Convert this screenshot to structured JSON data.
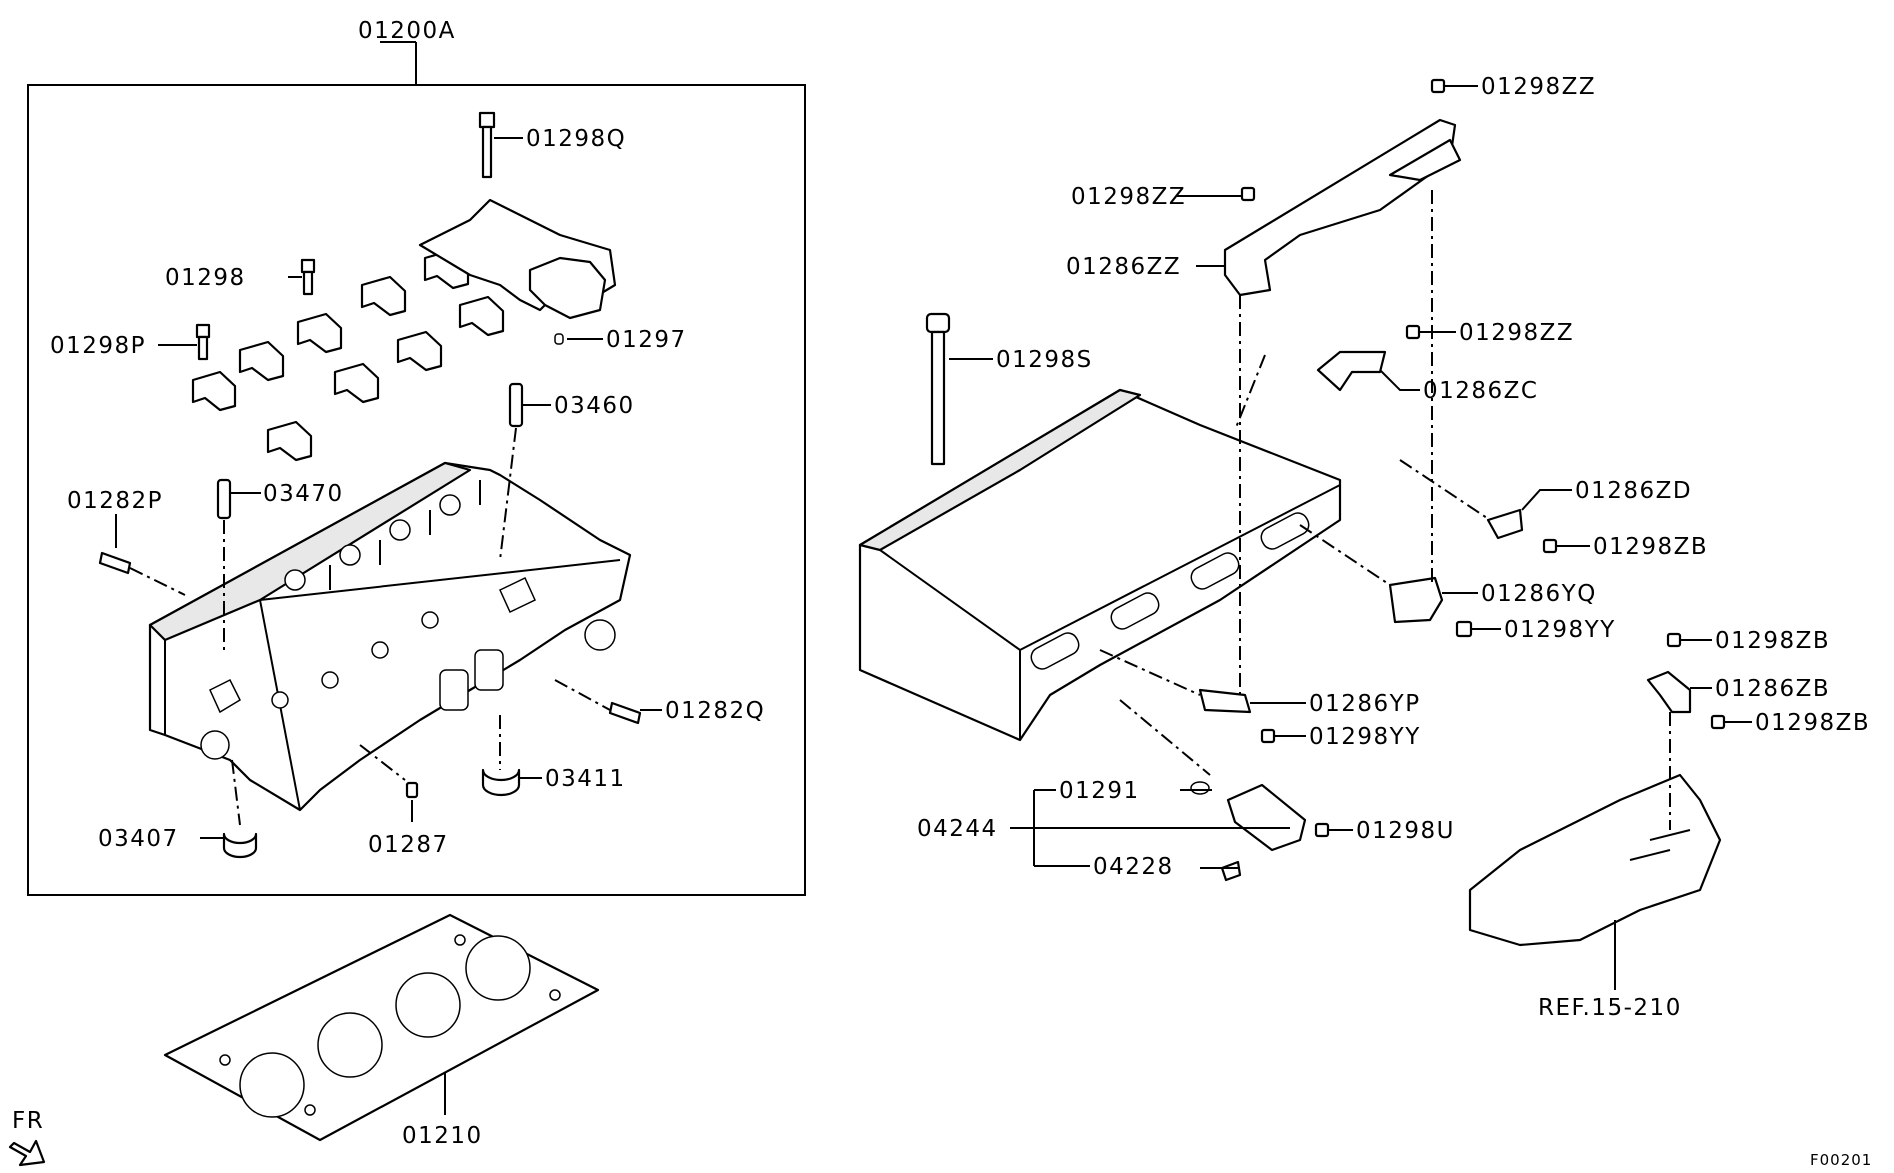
{
  "diagram": {
    "frame_label": "01200A",
    "footer_code": "F00201",
    "orientation_label": "FR",
    "labels": {
      "p01298Q": "01298Q",
      "p01298": "01298",
      "p01297": "01297",
      "p01298P": "01298P",
      "p03460": "03460",
      "p01282P": "01282P",
      "p03470": "03470",
      "p01282Q": "01282Q",
      "p03411": "03411",
      "p03407": "03407",
      "p01287": "01287",
      "p01210": "01210",
      "p01298ZZ_top": "01298ZZ",
      "p01298ZZ_mid": "01298ZZ",
      "p01286ZZ": "01286ZZ",
      "p01298ZZ_low": "01298ZZ",
      "p01298S": "01298S",
      "p01286ZC": "01286ZC",
      "p01286ZD": "01286ZD",
      "p01298ZB_a": "01298ZB",
      "p01286YQ": "01286YQ",
      "p01298YY_a": "01298YY",
      "p01298ZB_b": "01298ZB",
      "p01286ZB": "01286ZB",
      "p01298ZB_c": "01298ZB",
      "p01286YP": "01286YP",
      "p01298YY_b": "01298YY",
      "p01291": "01291",
      "p04244": "04244",
      "p01298U": "01298U",
      "p04228": "04228",
      "ref": "REF.15-210"
    }
  }
}
